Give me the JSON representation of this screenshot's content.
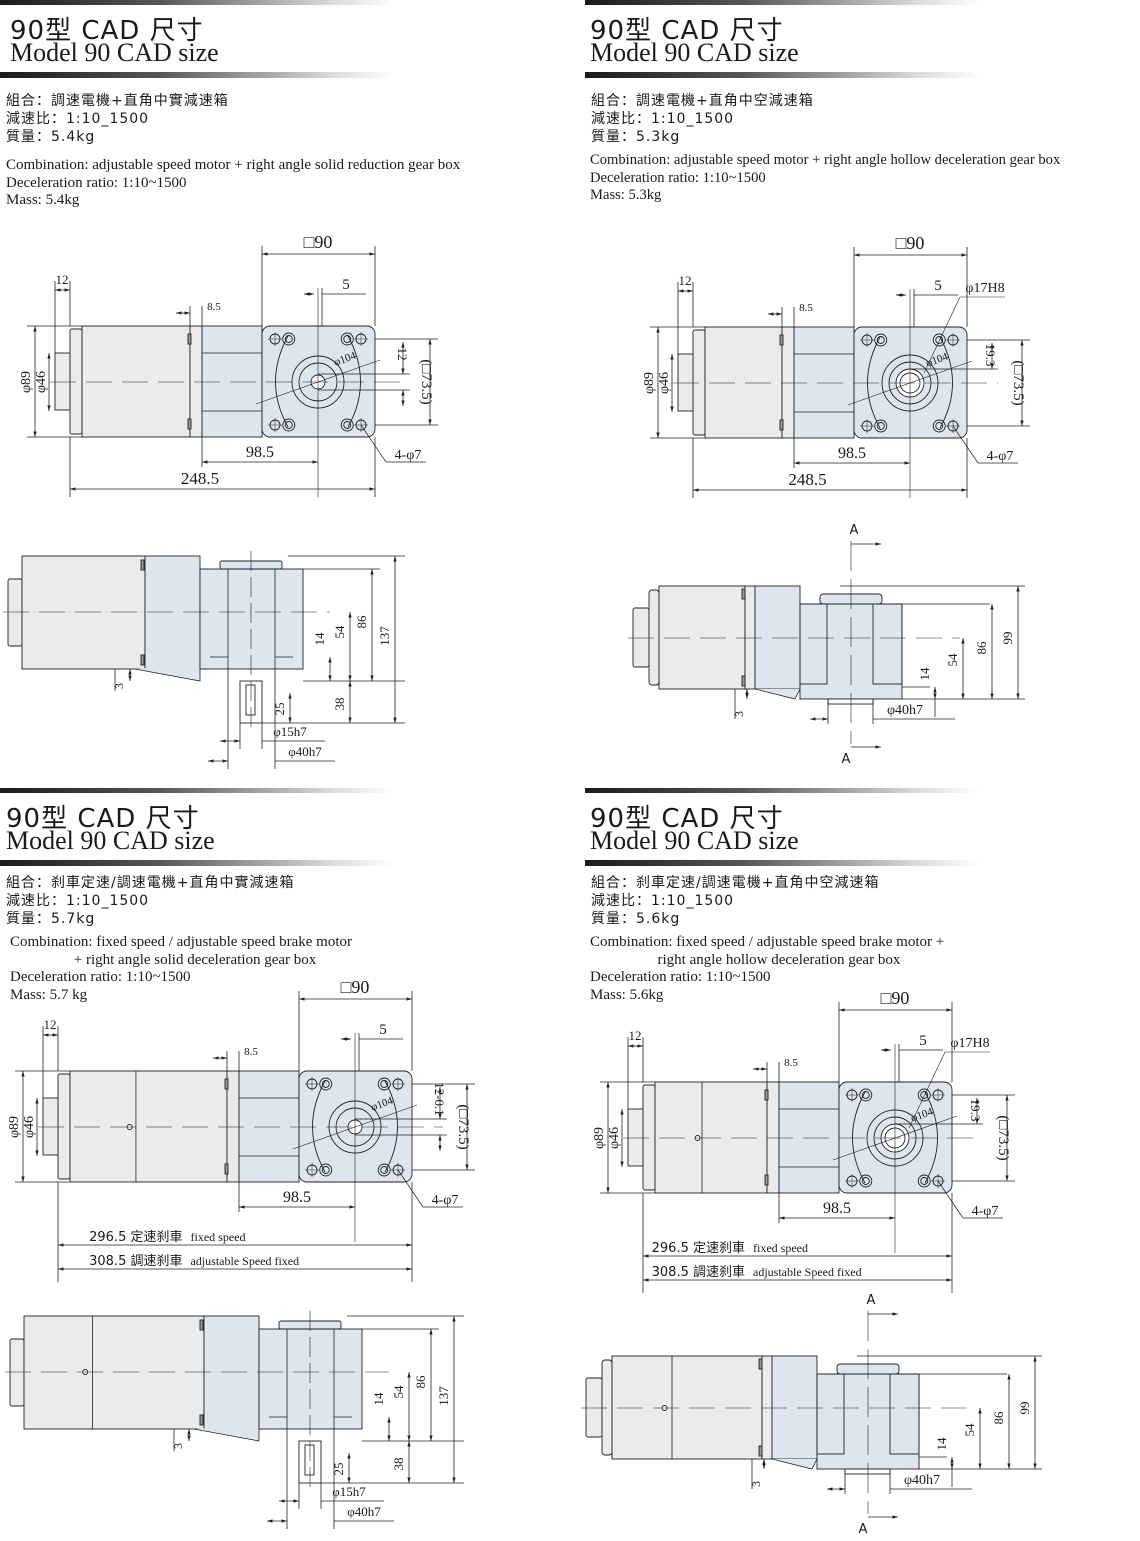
{
  "quadrants": [
    {
      "title_cn": "90型  CAD 尺寸",
      "title_en": "Model 90  CAD size",
      "spec_cn": [
        "組合：調速電機+直角中實減速箱",
        "減速比：1:10_1500",
        "質量：5.4kg"
      ],
      "spec_en": [
        "Combination: adjustable speed motor + right angle solid reduction gear box",
        "Deceleration ratio: 1:10~1500",
        "Mass: 5.4kg"
      ],
      "front": {
        "sq90": "□90",
        "d5": "5",
        "d12": "12",
        "d85": "8.5",
        "phi104": "φ104",
        "d12r": "12",
        "sq735": "(□73.5)",
        "phi89": "φ89",
        "phi46": "φ46",
        "d985": "98.5",
        "d2485": "248.5",
        "holes": "4-φ7"
      },
      "side": {
        "d14": "14",
        "d54": "54",
        "d86": "86",
        "d137": "137",
        "d38": "38",
        "d25": "25",
        "d3": "3",
        "phi15": "φ15h7",
        "phi40": "φ40h7"
      }
    },
    {
      "title_cn": "90型  CAD 尺寸",
      "title_en": "Model 90  CAD size",
      "spec_cn": [
        "組合：調速電機+直角中空減速箱",
        "減速比：1:10_1500",
        "質量：5.3kg"
      ],
      "spec_en": [
        "Combination: adjustable speed motor + right angle hollow deceleration gear box",
        "Deceleration ratio: 1:10~1500",
        "Mass: 5.3kg"
      ],
      "front": {
        "sq90": "□90",
        "d5": "5",
        "phi17": "φ17H8",
        "d12": "12",
        "d85": "8.5",
        "phi104": "φ104",
        "d193": "19.3",
        "sq735": "(□73.5)",
        "phi89": "φ89",
        "phi46": "φ46",
        "d985": "98.5",
        "d2485": "248.5",
        "holes": "4-φ7"
      },
      "side": {
        "secA1": "A",
        "secA2": "A",
        "d14": "14",
        "d54": "54",
        "d86": "86",
        "d99": "99",
        "d3": "3",
        "phi40": "φ40h7"
      }
    },
    {
      "title_cn": "90型  CAD 尺寸",
      "title_en": "Model 90  CAD size",
      "spec_cn": [
        "組合：刹車定速/調速電機+直角中實減速箱",
        "減速比：1:10_1500",
        "質量：5.7kg"
      ],
      "spec_en": [
        "Combination: fixed speed / adjustable speed brake motor",
        "                 + right angle solid deceleration gear box",
        "Deceleration ratio: 1:10~1500",
        "Mass: 5.7 kg"
      ],
      "front": {
        "sq90": "□90",
        "d5": "5",
        "d12": "12",
        "d85": "8.5",
        "phi104": "φ104",
        "d12r": "12-0.1",
        "sq735": "(□73.5)",
        "phi89": "φ89",
        "phi46": "φ46",
        "d985": "98.5",
        "holes": "4-φ7",
        "len_fixed": "296.5 定速刹車",
        "len_fixed_en": "fixed speed",
        "len_adj": "308.5 調速刹車",
        "len_adj_en": "adjustable Speed fixed"
      },
      "side": {
        "d14": "14",
        "d54": "54",
        "d86": "86",
        "d137": "137",
        "d38": "38",
        "d25": "25",
        "d3": "3",
        "phi15": "φ15h7",
        "phi40": "φ40h7"
      }
    },
    {
      "title_cn": "90型  CAD 尺寸",
      "title_en": "Model 90  CAD size",
      "spec_cn": [
        "組合：刹車定速/調速電機+直角中空減速箱",
        "減速比：1:10_1500",
        "質量：5.6kg"
      ],
      "spec_en": [
        "Combination: fixed speed / adjustable speed brake motor +",
        "                  right angle hollow deceleration gear box",
        "Deceleration ratio: 1:10~1500",
        "Mass: 5.6kg"
      ],
      "front": {
        "sq90": "□90",
        "d5": "5",
        "phi17": "φ17H8",
        "d12": "12",
        "d85": "8.5",
        "phi104": "φ104",
        "d193": "19.3",
        "sq735": "(□73.5)",
        "phi89": "φ89",
        "phi46": "φ46",
        "d985": "98.5",
        "holes": "4-φ7",
        "len_fixed": "296.5 定速刹車",
        "len_fixed_en": "fixed speed",
        "len_adj": "308.5 調速刹車",
        "len_adj_en": "adjustable Speed fixed"
      },
      "side": {
        "secA1": "A",
        "secA2": "A",
        "d14": "14",
        "d54": "54",
        "d86": "86",
        "d99": "99",
        "d3": "3",
        "phi40": "φ40h7"
      }
    }
  ],
  "colors": {
    "gearbox": "#dde6ee",
    "motor": "#e9ebed",
    "line": "#222222"
  }
}
